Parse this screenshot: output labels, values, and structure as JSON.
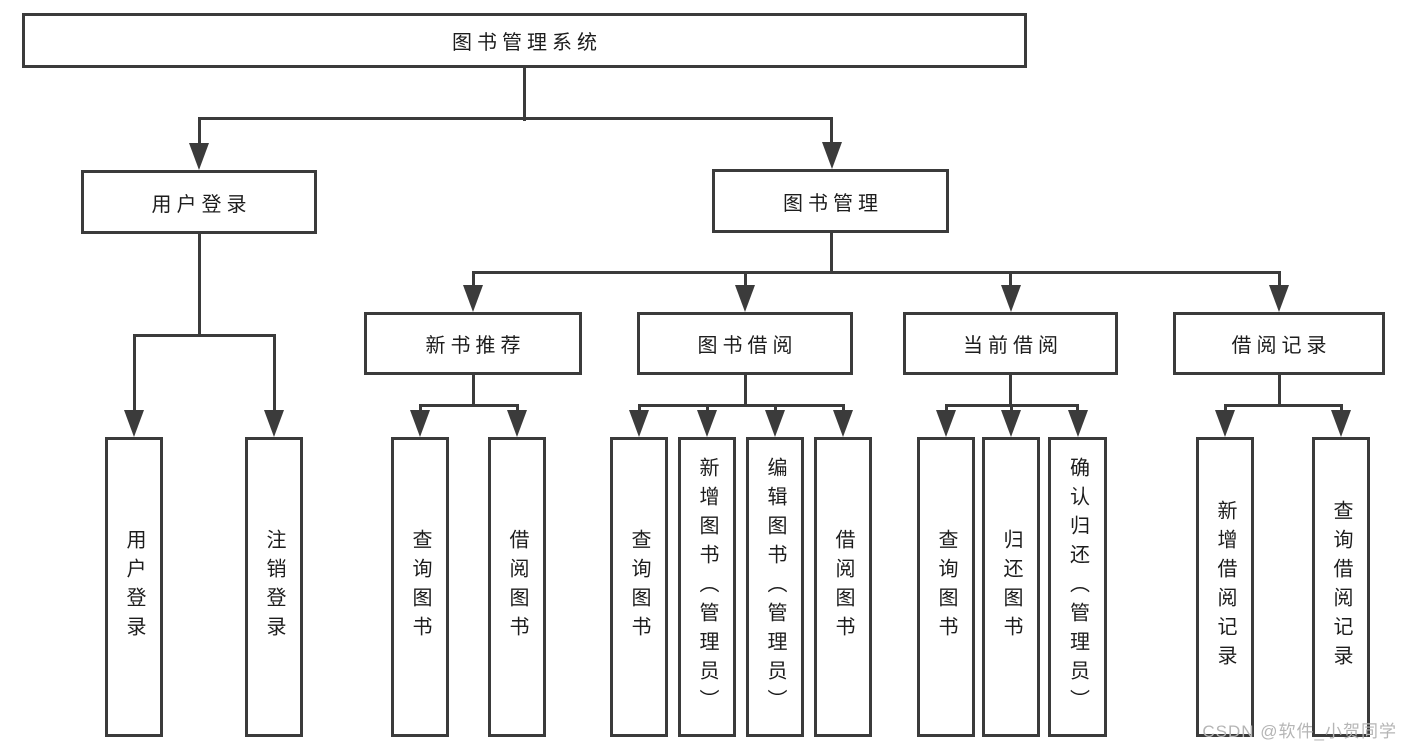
{
  "tree": {
    "label": "图书管理系统",
    "children": [
      {
        "label": "用户登录",
        "children": [
          {
            "label": "用户登录"
          },
          {
            "label": "注销登录"
          }
        ]
      },
      {
        "label": "图书管理",
        "children": [
          {
            "label": "新书推荐",
            "children": [
              {
                "label": "查询图书"
              },
              {
                "label": "借阅图书"
              }
            ]
          },
          {
            "label": "图书借阅",
            "children": [
              {
                "label": "查询图书"
              },
              {
                "label": "新增图书（管理员）"
              },
              {
                "label": "编辑图书（管理员）"
              },
              {
                "label": "借阅图书"
              }
            ]
          },
          {
            "label": "当前借阅",
            "children": [
              {
                "label": "查询图书"
              },
              {
                "label": "归还图书"
              },
              {
                "label": "确认归还（管理员）"
              }
            ]
          },
          {
            "label": "借阅记录",
            "children": [
              {
                "label": "新增借阅记录"
              },
              {
                "label": "查询借阅记录"
              }
            ]
          }
        ]
      }
    ]
  },
  "watermark": "CSDN @软件_小贺同学",
  "colors": {
    "line": "#3b3b3b",
    "box_border": "#3b3b3b",
    "text": "#1d1d1d",
    "watermark": "#b5b5b5",
    "background": "#ffffff"
  }
}
